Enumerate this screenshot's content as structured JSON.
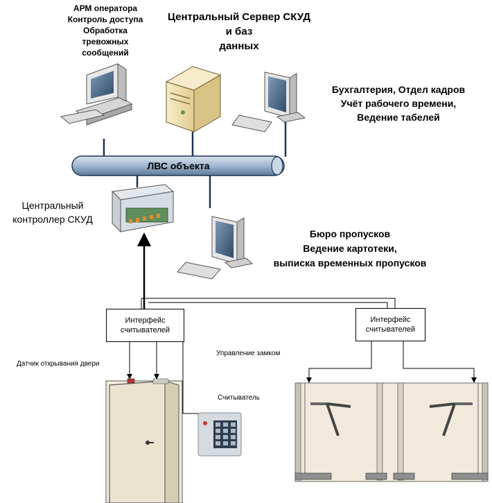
{
  "labels": {
    "arm": [
      "АРМ оператора",
      "Контроль доступа",
      "Обработка",
      "тревожных",
      "сообщений"
    ],
    "server": [
      "Центральный Сервер СКУД",
      "и баз",
      "данных"
    ],
    "accounting": [
      "Бухгалтерия, Отдел кадров",
      "Учёт рабочего времени,",
      "Ведение табелей"
    ],
    "network": "ЛВС объекта",
    "controller": [
      "Центральный",
      "контроллер СКУД"
    ],
    "bureau": [
      "Бюро пропусков",
      "Ведение картотеки,",
      "выписка временных пропусков"
    ],
    "interface1": [
      "Интерфейс",
      "считывателей"
    ],
    "interface2": [
      "Интерфейс",
      "считывателей"
    ],
    "door_sensor": "Датчик открывания двери",
    "lock_control": "Управление замком",
    "reader": "Считыватель"
  },
  "colors": {
    "pipe": "#b3c6dc",
    "pipe_dark": "#5d7897",
    "monitor": "#e6e6e6",
    "screen": "#4b6a88",
    "server": "#f2e3b3",
    "turnstile_bg": "#f1eadc",
    "door": "#ebe3cf"
  }
}
